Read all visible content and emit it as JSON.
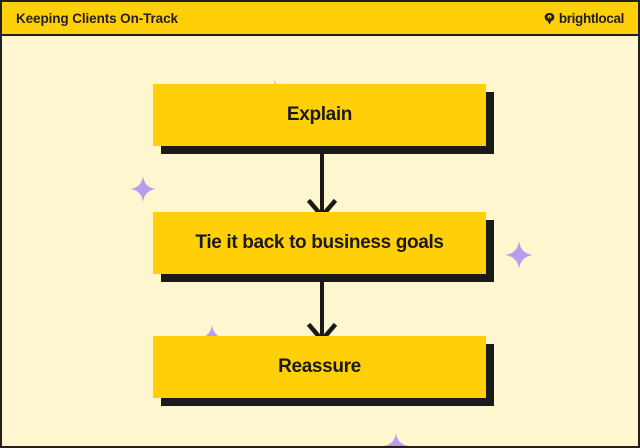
{
  "header": {
    "title": "Keeping Clients On-Track",
    "brand": {
      "wordmark": "brightlocal",
      "icon": "location-pin-icon"
    },
    "background_color": "#FFD008",
    "text_color": "#221F1F"
  },
  "canvas": {
    "background_color": "#FDF6CE",
    "border_color": "#221F1F"
  },
  "flow": {
    "type": "vertical-flowchart",
    "box_fill_color": "#FFD008",
    "box_shadow_color": "#1A1A1A",
    "connector_color": "#1A1A1A",
    "steps": [
      {
        "id": "step-1",
        "order": 1,
        "label": "Explain"
      },
      {
        "id": "step-2",
        "order": 2,
        "label": "Tie it back to business goals"
      },
      {
        "id": "step-3",
        "order": 3,
        "label": "Reassure"
      }
    ],
    "connectors": [
      {
        "id": "connector-1",
        "from": "step-1",
        "to": "step-2",
        "direction": "down"
      },
      {
        "id": "connector-2",
        "from": "step-2",
        "to": "step-3",
        "direction": "down"
      }
    ]
  },
  "decorations": {
    "sparkle_color": "#B99BF0",
    "sparkles": [
      {
        "id": "sparkle-1",
        "size": "large"
      },
      {
        "id": "sparkle-2",
        "size": "small"
      },
      {
        "id": "sparkle-3",
        "size": "small"
      },
      {
        "id": "sparkle-4",
        "size": "small"
      },
      {
        "id": "sparkle-5",
        "size": "small"
      }
    ]
  }
}
